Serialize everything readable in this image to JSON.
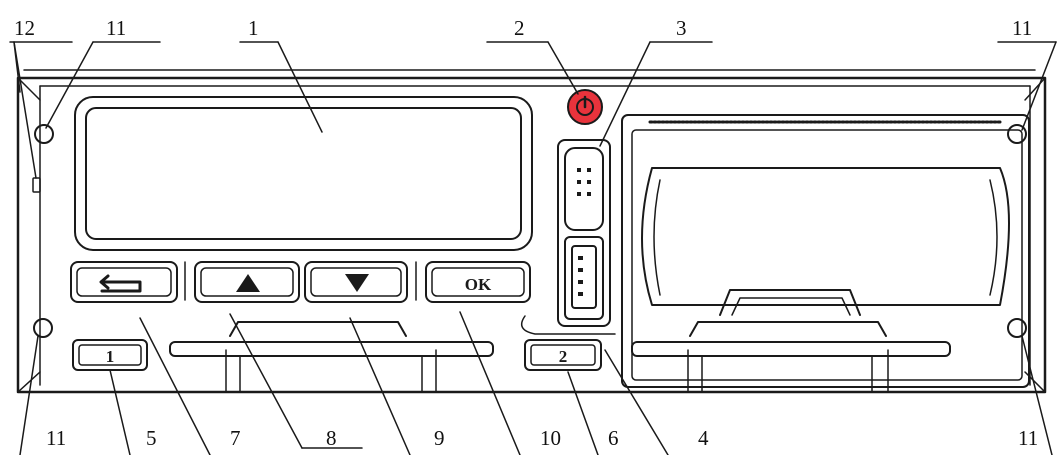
{
  "callouts": {
    "display": "1",
    "power_button": "2",
    "usb_cover": "3",
    "printer": "4",
    "card_slot_1_button": "5",
    "card_slot_2_button": "6",
    "back_button": "7",
    "up_button": "8",
    "down_button": "9",
    "ok_button": "10",
    "mount_hole_top_left": "11",
    "mount_hole_top_right": "11",
    "mount_hole_bottom_left": "11",
    "mount_hole_bottom_right": "11",
    "led_indicator": "12"
  },
  "buttons": {
    "ok_label": "OK",
    "slot1_label": "1",
    "slot2_label": "2"
  },
  "colors": {
    "outline": "#1a1a1a",
    "power_fill": "#e8333c",
    "background": "#ffffff"
  }
}
